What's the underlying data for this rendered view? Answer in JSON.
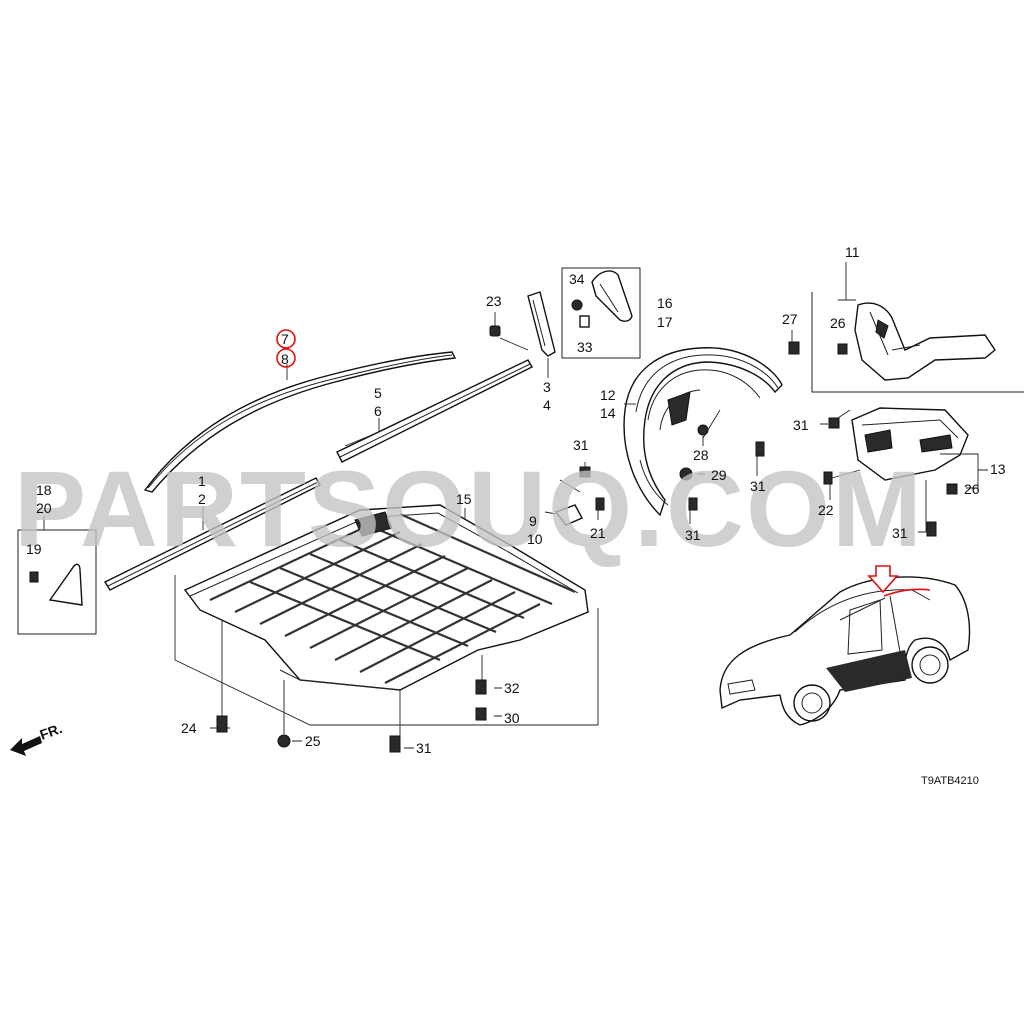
{
  "watermark": "PARTSOUQ.COM",
  "diagram_code": "T9ATB4210",
  "front_indicator": "FR.",
  "highlighted_callouts": [
    "7",
    "8"
  ],
  "callouts": {
    "c1": "1",
    "c2": "2",
    "c3": "3",
    "c4": "4",
    "c5": "5",
    "c6": "6",
    "c7": "7",
    "c8": "8",
    "c9": "9",
    "c10": "10",
    "c11": "11",
    "c12": "12",
    "c13": "13",
    "c14": "14",
    "c15": "15",
    "c16": "16",
    "c17": "17",
    "c18": "18",
    "c19": "19",
    "c20": "20",
    "c21": "21",
    "c22": "22",
    "c23": "23",
    "c24": "24",
    "c25": "25",
    "c26a": "26",
    "c26b": "26",
    "c27": "27",
    "c28": "28",
    "c29": "29",
    "c30": "30",
    "c31a": "31",
    "c31b": "31",
    "c31c": "31",
    "c31d": "31",
    "c31e": "31",
    "c31f": "31",
    "c32": "32",
    "c33": "33",
    "c34": "34"
  },
  "colors": {
    "highlight": "#e01010",
    "watermark": "#c4c4c4",
    "line": "#111111"
  }
}
